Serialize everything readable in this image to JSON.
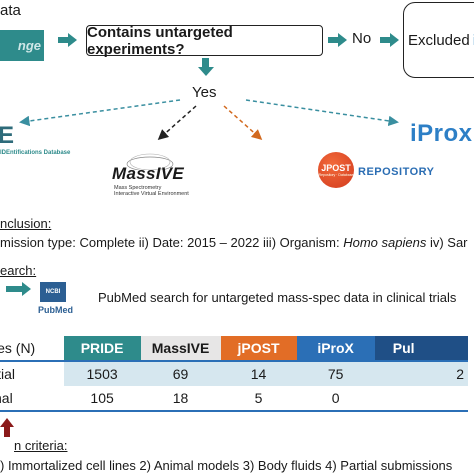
{
  "top": {
    "data_text": "ata",
    "source_logo": "nge",
    "question": "Contains untargeted experiments?",
    "no_label": "No",
    "excluded_label": "Excluded",
    "excluded_logo_fragment": "i",
    "yes_label": "Yes"
  },
  "repositories": {
    "pride_fragment": "E",
    "pride_tagline": "IDEntifications Database",
    "massive_name": "MassIVE",
    "massive_sub1": "Mass Spectrometry",
    "massive_sub2": "Interactive Virtual Environment",
    "jpost_mark": "JPOST",
    "jpost_small": "Repository  ·  Database",
    "jpost_repo": "REPOSITORY",
    "iprox_name": "iProx"
  },
  "inclusion": {
    "heading": "nclusion:",
    "criteria_prefix": "mission type: Complete   ii) Date: 2015 – 2022   iii) Organism: ",
    "organism": "Homo sapiens",
    "criteria_suffix": "   iv) Sar"
  },
  "search": {
    "heading": "earch:",
    "ncbi": "NCBI",
    "pubmed": "PubMed",
    "description": "PubMed search for untargeted mass-spec data in clinical trials"
  },
  "table": {
    "header_label": "ies (N)",
    "columns": [
      "PRIDE",
      "MassIVE",
      "jPOST",
      "iProX",
      "Pul"
    ],
    "rows": [
      {
        "label": "itial",
        "values": [
          "1503",
          "69",
          "14",
          "75",
          "2"
        ]
      },
      {
        "label": "nal",
        "values": [
          "105",
          "18",
          "5",
          "0",
          ""
        ]
      }
    ]
  },
  "exclusion": {
    "heading": "n criteria:",
    "items": ") Immortalized cell lines   2) Animal models   3) Body fluids   4) Partial submissions"
  },
  "colors": {
    "teal": "#2e8b8b",
    "pride": "#2e8b8b",
    "massive": "#e7e6e6",
    "jpost": "#e26d26",
    "iprox": "#2b6fb6",
    "pubmed": "#1f4f86",
    "row_tint": "#d6e7ef",
    "arrow_dark_red": "#8b1a1a"
  }
}
